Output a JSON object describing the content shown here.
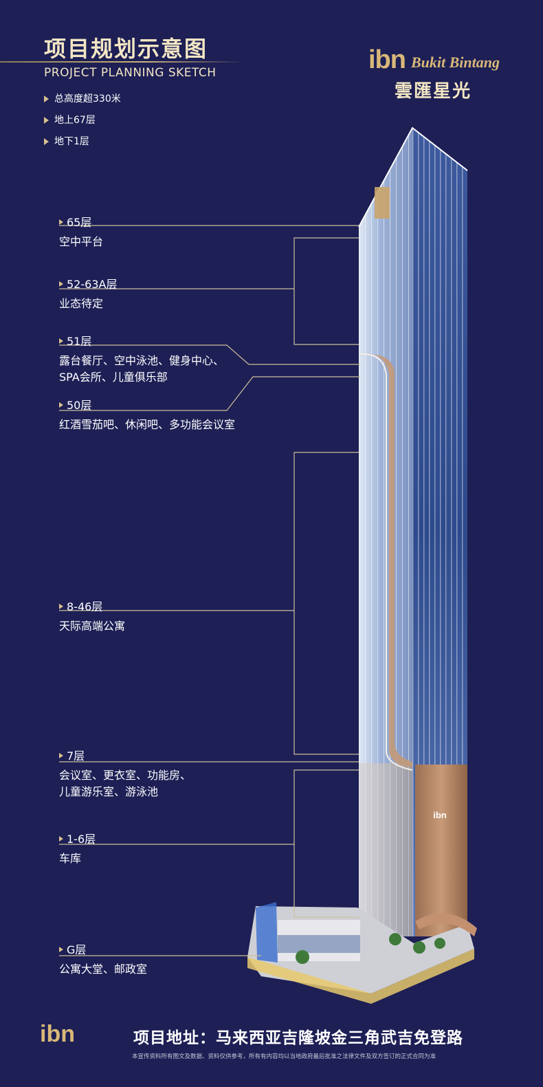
{
  "title": {
    "cn": "项目规划示意图",
    "en": "PROJECT PLANNING SKETCH"
  },
  "stats": [
    {
      "text": "总高度超330米"
    },
    {
      "text": "地上67层"
    },
    {
      "text": "地下1层"
    }
  ],
  "brand": {
    "logo": "ibn",
    "en": "Bukit Bintang",
    "cn": "雲匯星光"
  },
  "floors": [
    {
      "num": "65层",
      "desc": "空中平台"
    },
    {
      "num": "52-63A层",
      "desc": "业态待定"
    },
    {
      "num": "51层",
      "desc": "露台餐厅、空中泳池、健身中心、",
      "desc2": "SPA会所、儿童俱乐部"
    },
    {
      "num": "50层",
      "desc": "红酒雪茄吧、休闲吧、多功能会议室"
    },
    {
      "num": "8-46层",
      "desc": "天际高端公寓"
    },
    {
      "num": "7层",
      "desc": "会议室、更衣室、功能房、",
      "desc2": "儿童游乐室、游泳池"
    },
    {
      "num": "1-6层",
      "desc": "车库"
    },
    {
      "num": "G层",
      "desc": "公寓大堂、邮政室"
    }
  ],
  "facade_logo": "ibn",
  "footer": {
    "logo": "ibn",
    "address": "项目地址：马来西亚吉隆坡金三角武吉免登路",
    "disclaimer": "本宣传资料所有图文及数据、资料仅供参考，所有有内容均以当地政府最后批准之法律文件及双方签订的正式合同为准"
  },
  "colors": {
    "background": "#1d1f55",
    "gold": "#d9b878",
    "line": "#cdbf9c"
  }
}
